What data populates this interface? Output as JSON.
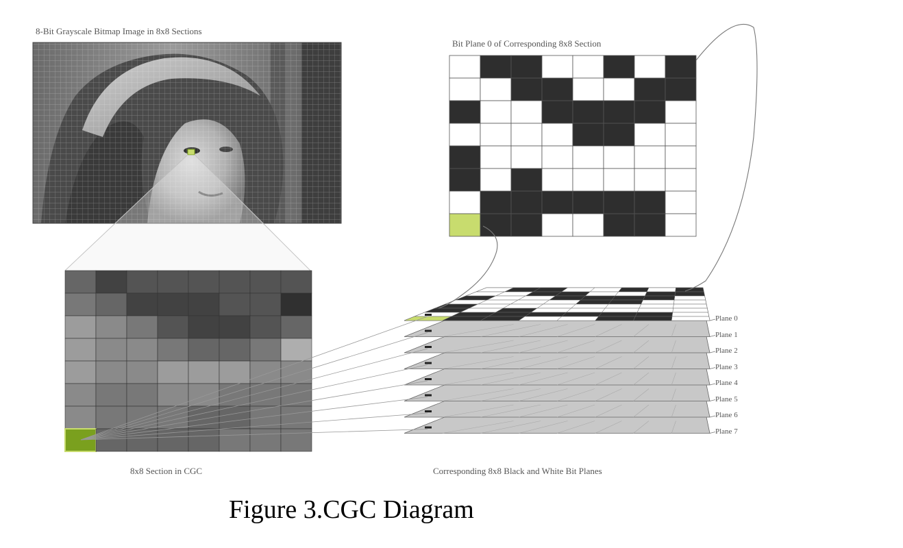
{
  "titles": {
    "bitmap": "8-Bit Grayscale Bitmap Image in 8x8 Sections",
    "bitplane0": "Bit Plane 0 of Corresponding 8x8 Section",
    "cgc_section": "8x8 Section in CGC",
    "bitplanes": "Corresponding 8x8 Black and White  Bit Planes"
  },
  "figure_caption": "Figure 3.CGC Diagram",
  "planes": [
    {
      "label": "Plane 0"
    },
    {
      "label": "Plane 1"
    },
    {
      "label": "Plane 2"
    },
    {
      "label": "Plane 3"
    },
    {
      "label": "Plane 4"
    },
    {
      "label": "Plane 5"
    },
    {
      "label": "Plane 6"
    },
    {
      "label": "Plane 7"
    }
  ],
  "bitplane0_grid": [
    [
      0,
      1,
      1,
      0,
      0,
      1,
      0,
      1
    ],
    [
      0,
      0,
      1,
      1,
      0,
      0,
      1,
      1
    ],
    [
      1,
      0,
      0,
      1,
      1,
      1,
      1,
      0
    ],
    [
      0,
      0,
      0,
      0,
      1,
      1,
      0,
      0
    ],
    [
      1,
      0,
      0,
      0,
      0,
      0,
      0,
      0
    ],
    [
      1,
      0,
      1,
      0,
      0,
      0,
      0,
      0
    ],
    [
      0,
      1,
      1,
      1,
      1,
      1,
      1,
      0
    ],
    [
      2,
      1,
      1,
      0,
      0,
      1,
      1,
      0
    ]
  ],
  "cgc_grid": [
    [
      4,
      2,
      3,
      3,
      3,
      3,
      3,
      3
    ],
    [
      5,
      4,
      2,
      2,
      2,
      3,
      3,
      1
    ],
    [
      7,
      6,
      5,
      3,
      2,
      2,
      3,
      4
    ],
    [
      7,
      6,
      6,
      5,
      4,
      4,
      5,
      8
    ],
    [
      7,
      6,
      6,
      7,
      7,
      7,
      6,
      6
    ],
    [
      6,
      5,
      5,
      6,
      6,
      5,
      5,
      5
    ],
    [
      6,
      5,
      5,
      5,
      4,
      4,
      5,
      5
    ],
    [
      8,
      4,
      4,
      4,
      4,
      5,
      5,
      5
    ]
  ],
  "colors": {
    "highlight": "#c8dc6e",
    "highlight_dark": "#7aa01e",
    "bit_black": "#2e2e2e",
    "bit_white": "#ffffff",
    "plane_gray": "#c8c8c8",
    "connector": "#999999"
  }
}
